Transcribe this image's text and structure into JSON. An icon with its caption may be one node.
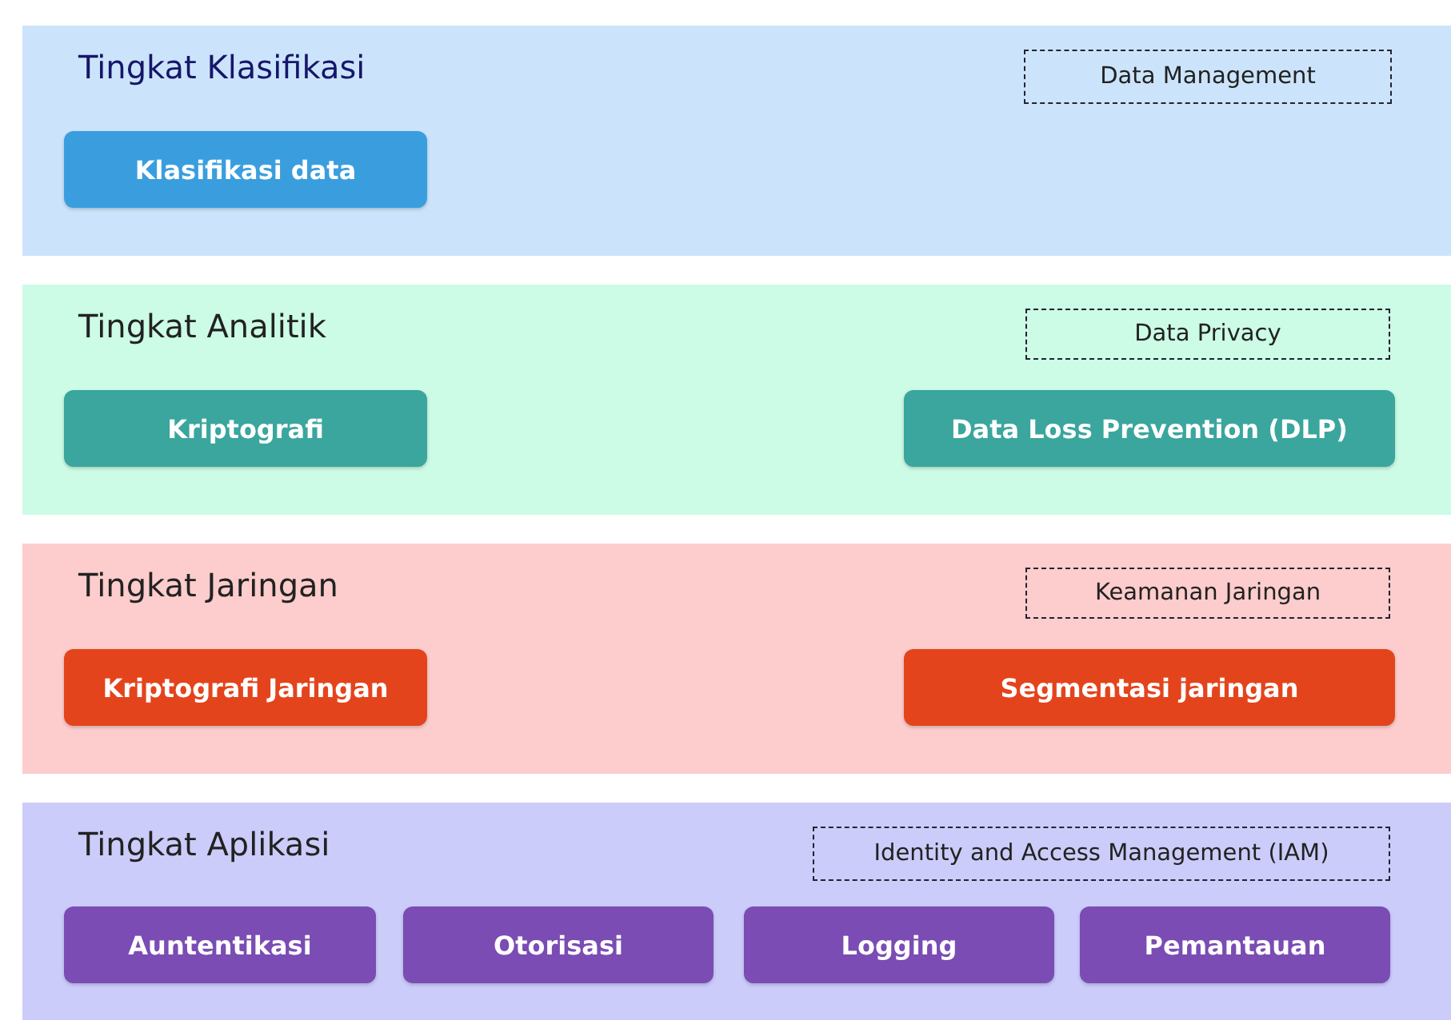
{
  "diagram": {
    "nodes": [
      {
        "text": [
          "Tingkat Klasifikasi"
        ]
      },
      {
        "text": [
          "Data Management"
        ],
        "in": 0
      },
      {
        "text": [
          "Klasifikasi data"
        ],
        "in": 0
      },
      {
        "text": [
          "Tingkat Analitik"
        ]
      },
      {
        "text": [
          "Data Privacy"
        ],
        "in": 3
      },
      {
        "text": [
          "Kriptografi"
        ],
        "in": 3
      },
      {
        "text": [
          "Data Loss Prevention (DLP)"
        ],
        "in": 3
      },
      {
        "text": [
          "Tingkat Jaringan"
        ]
      },
      {
        "text": [
          "Keamanan Jaringan"
        ],
        "in": 7
      },
      {
        "text": [
          "Kriptografi Jaringan"
        ],
        "in": 7
      },
      {
        "text": [
          "Segmentasi jaringan"
        ],
        "in": 7
      },
      {
        "text": [
          "Tingkat Aplikasi"
        ]
      },
      {
        "text": [
          "Identity and Access Management (IAM)"
        ],
        "in": 11
      },
      {
        "text": [
          "Auntentikasi"
        ],
        "in": 11
      },
      {
        "text": [
          "Otorisasi"
        ],
        "in": 11
      },
      {
        "text": [
          "Logging"
        ],
        "in": 11
      },
      {
        "text": [
          "Pemantauan"
        ],
        "in": 11
      }
    ]
  }
}
